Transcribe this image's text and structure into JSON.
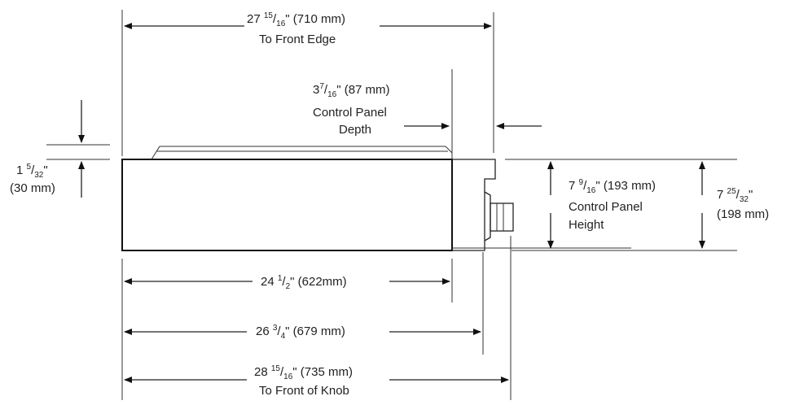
{
  "dimensions": {
    "front_edge": {
      "whole": "27",
      "num": "15",
      "den": "16",
      "metric": "(710 mm)",
      "caption": "To Front Edge"
    },
    "panel_depth": {
      "whole": "3",
      "num": "7",
      "den": "16",
      "metric": "(87 mm)",
      "caption1": "Control Panel",
      "caption2": "Depth"
    },
    "top_thickness": {
      "whole": "1",
      "num": "5",
      "den": "32",
      "metric": "(30 mm)"
    },
    "panel_height": {
      "whole": "7",
      "num": "9",
      "den": "16",
      "metric": "(193 mm)",
      "caption1": "Control Panel",
      "caption2": "Height"
    },
    "overall_height": {
      "whole": "7",
      "num": "25",
      "den": "32",
      "metric": "(198 mm)"
    },
    "body_depth": {
      "whole": "24",
      "num": "1",
      "den": "2",
      "metric": "(622mm)"
    },
    "to_panel_front": {
      "whole": "26",
      "num": "3",
      "den": "4",
      "metric": "(679 mm)"
    },
    "front_knob": {
      "whole": "28",
      "num": "15",
      "den": "16",
      "metric": "(735 mm)",
      "caption": "To Front of Knob"
    }
  }
}
